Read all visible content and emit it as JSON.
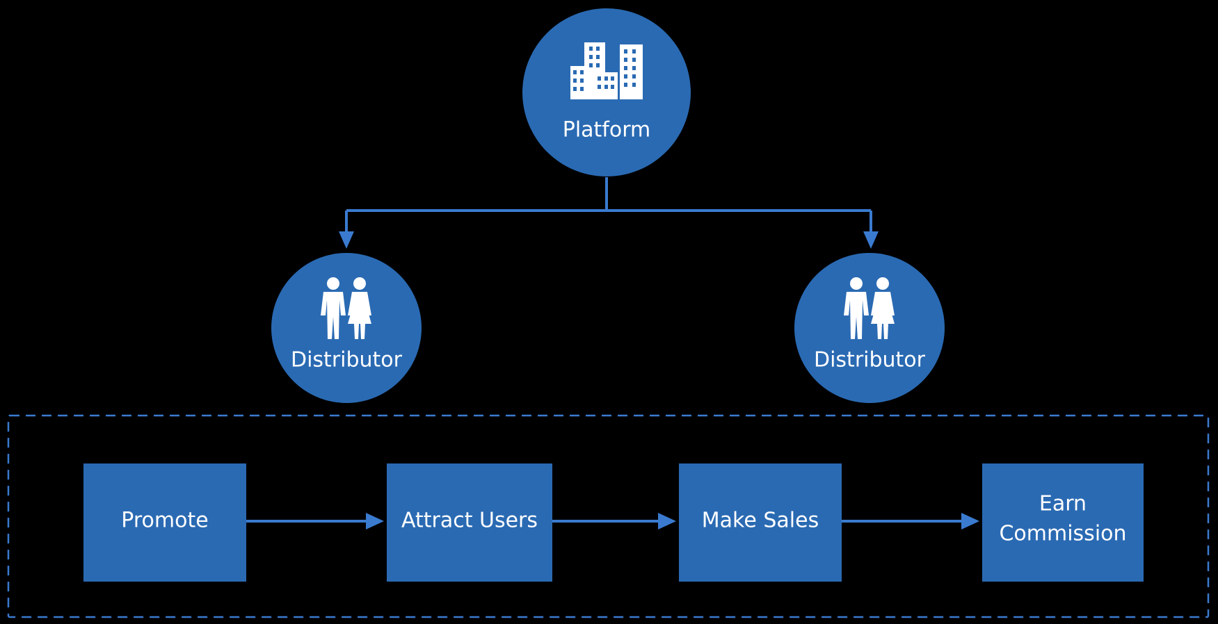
{
  "platform": {
    "label": "Platform",
    "icon": "office-buildings-icon"
  },
  "distributors": [
    {
      "label": "Distributor",
      "icon": "couple-people-icon"
    },
    {
      "label": "Distributor",
      "icon": "couple-people-icon"
    }
  ],
  "process": {
    "steps": [
      {
        "lines": [
          "Promote"
        ]
      },
      {
        "lines": [
          "Attract Users"
        ]
      },
      {
        "lines": [
          "Make Sales"
        ]
      },
      {
        "lines": [
          "Earn",
          "Commission"
        ]
      }
    ]
  },
  "colors": {
    "background": "#000000",
    "node_fill": "#2a6ab3",
    "connector": "#3a7bd0",
    "text": "#ffffff"
  }
}
